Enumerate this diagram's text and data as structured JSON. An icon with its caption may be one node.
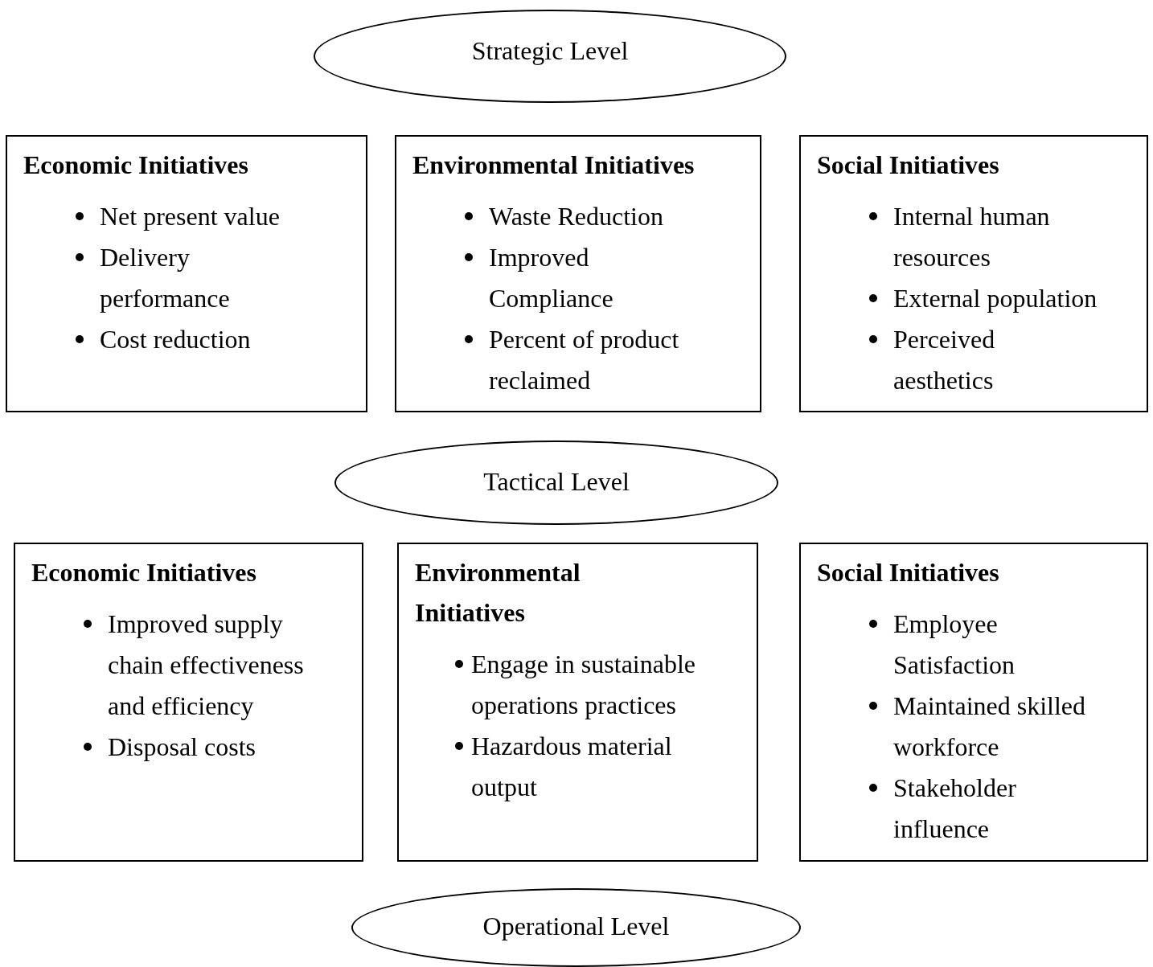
{
  "diagram": {
    "nodes": [
      {
        "text": [
          "Strategic Level"
        ]
      },
      {
        "text": [
          "Economic Initiatives",
          "Net present value",
          "Delivery performance",
          "Cost reduction"
        ]
      },
      {
        "text": [
          "Environmental Initiatives",
          "Waste Reduction",
          "Improved Compliance",
          "Percent of product reclaimed"
        ]
      },
      {
        "text": [
          "Social Initiatives",
          "Internal human resources",
          "External population",
          "Perceived aesthetics"
        ]
      },
      {
        "text": [
          "Tactical Level"
        ]
      },
      {
        "text": [
          "Economic Initiatives",
          "Improved supply chain effectiveness and efficiency",
          "Disposal costs"
        ]
      },
      {
        "text": [
          "Environmental Initiatives",
          "Engage in sustainable operations practices",
          "Hazardous material output"
        ]
      },
      {
        "text": [
          "Social Initiatives",
          "Employee Satisfaction",
          "Maintained skilled workforce",
          "Stakeholder influence"
        ]
      },
      {
        "text": [
          "Operational Level"
        ]
      }
    ]
  }
}
